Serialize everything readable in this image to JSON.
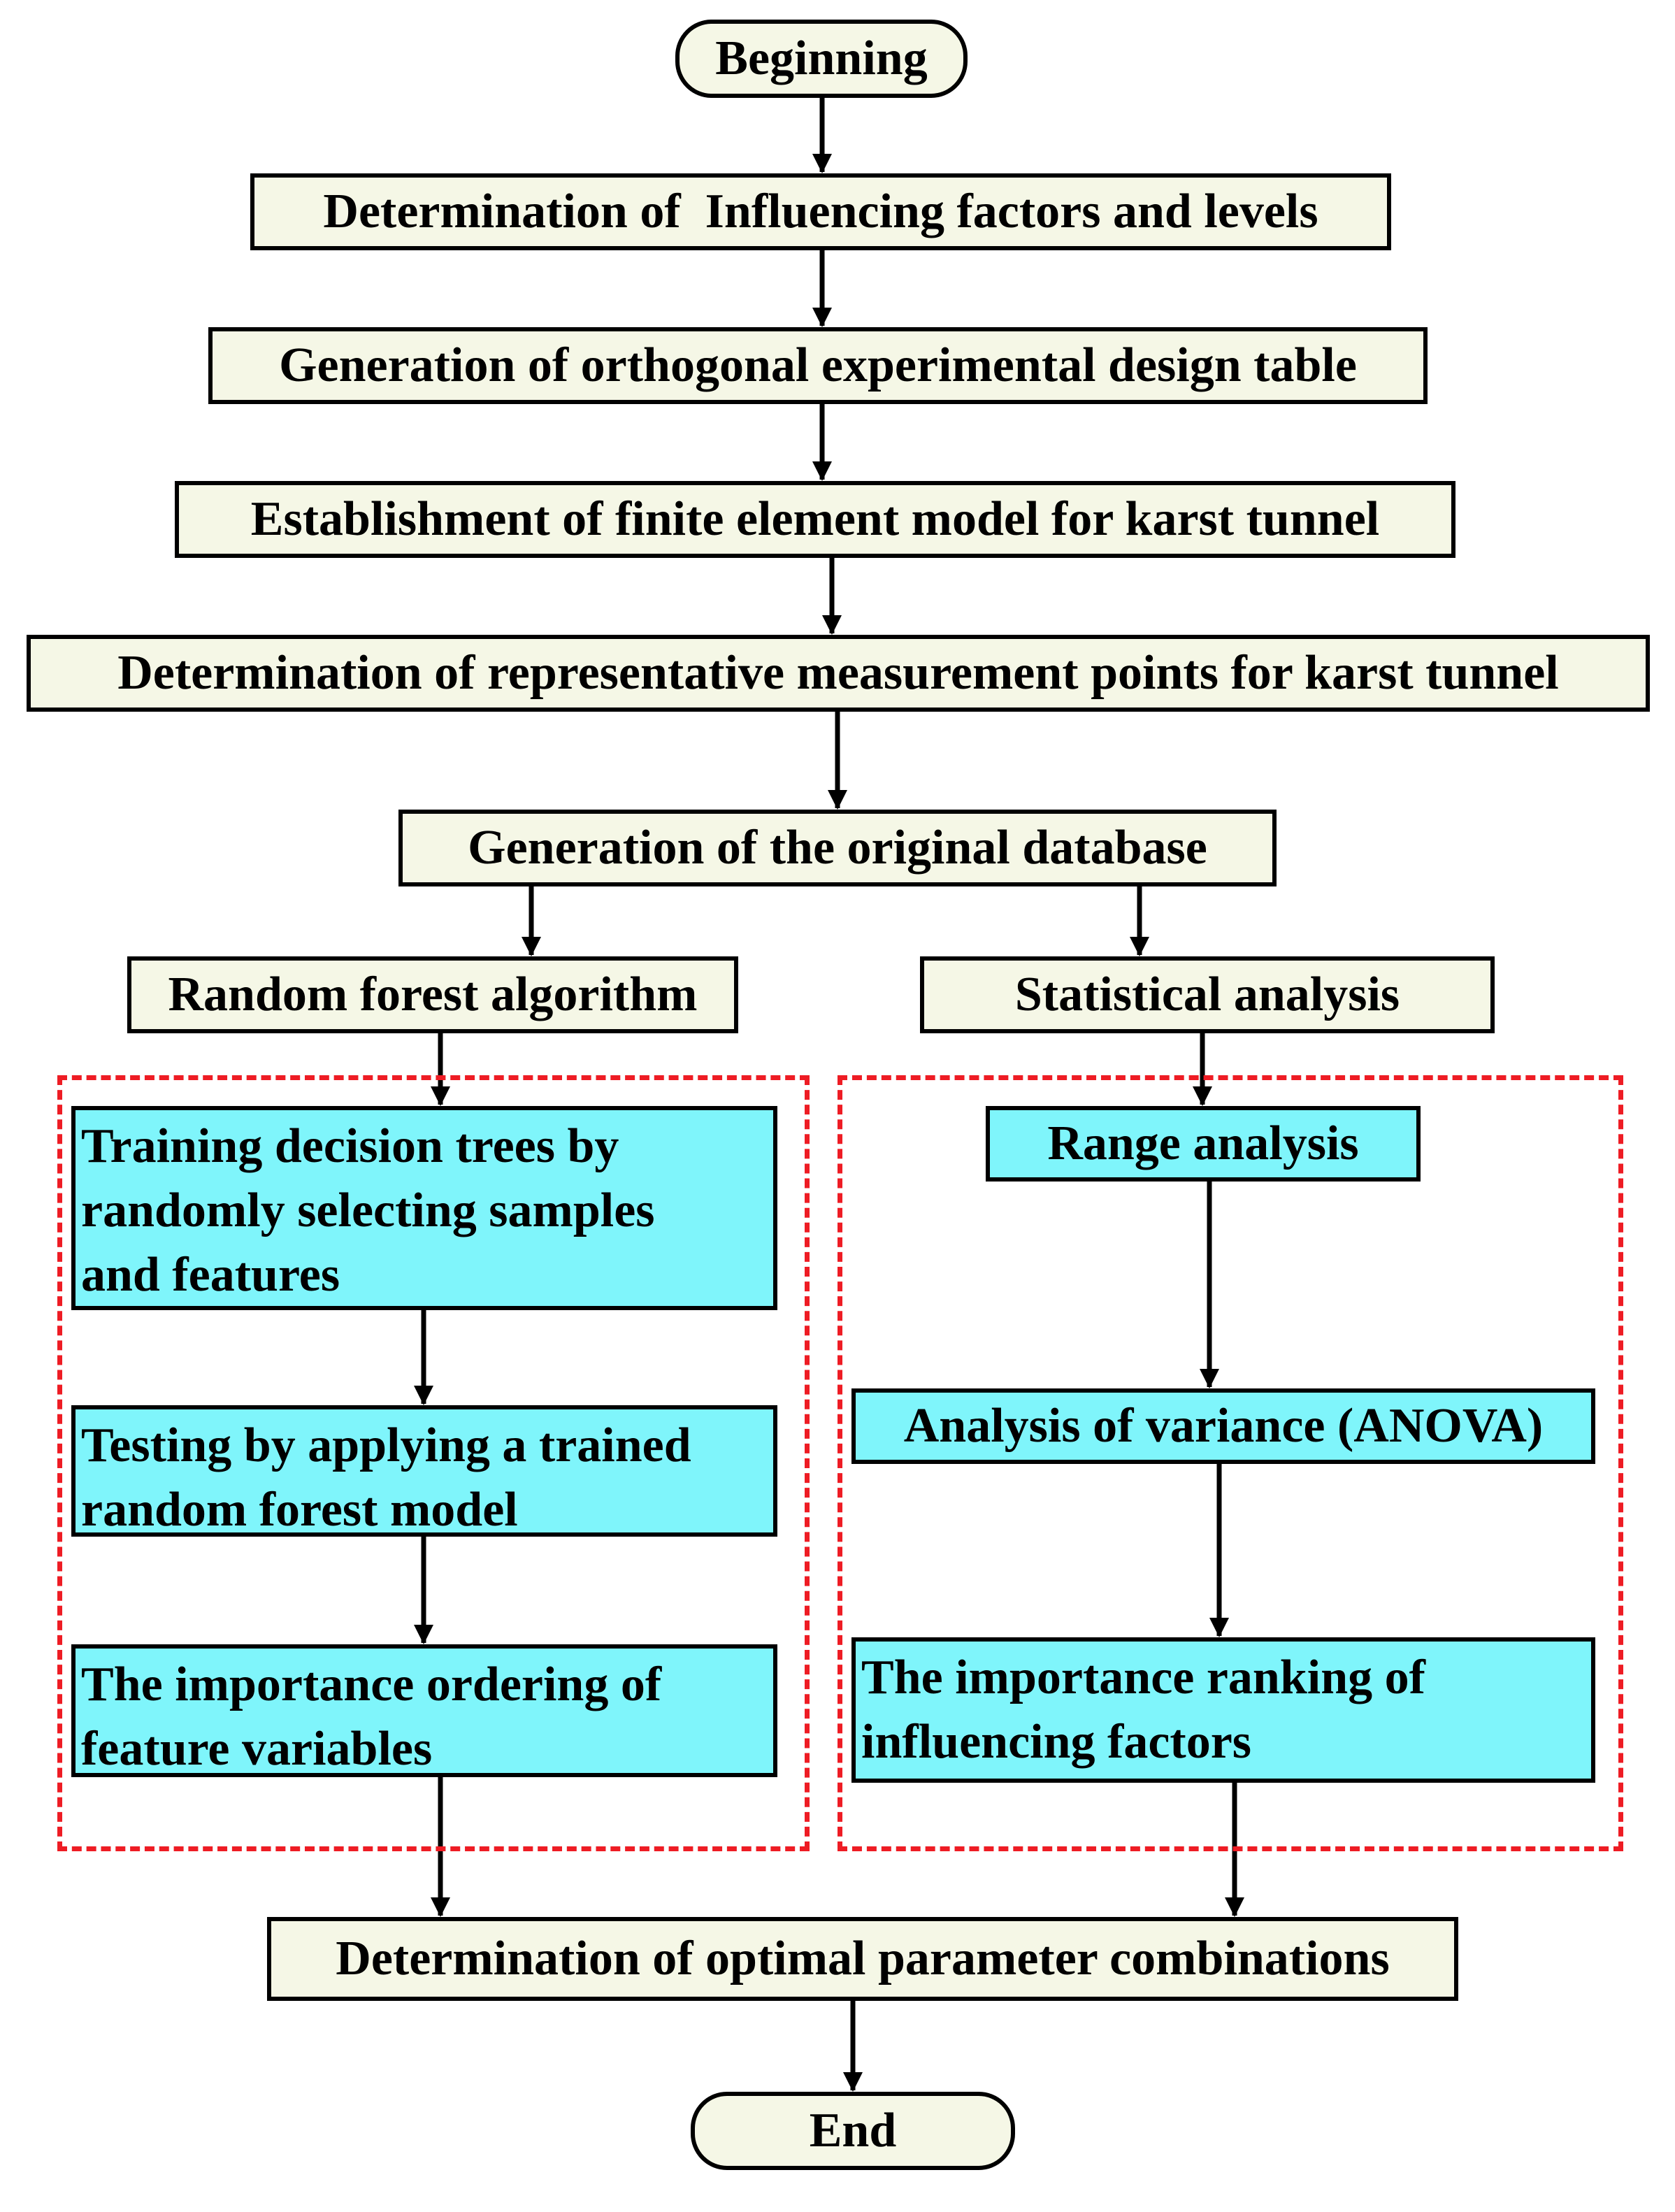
{
  "flowchart": {
    "start": "Beginning",
    "step1": "Determination of  Influencing factors and levels",
    "step2": "Generation of orthogonal experimental design table",
    "step3": "Establishment of finite element model for karst tunnel",
    "step4": "Determination of representative measurement points for karst tunnel",
    "step5": "Generation of the original database",
    "left": {
      "title": "Random forest algorithm",
      "s1": [
        "Training decision trees by",
        "randomly selecting samples",
        "and features"
      ],
      "s2": [
        "Testing by applying a trained",
        "random forest model"
      ],
      "s3": [
        "The importance ordering of",
        "feature variables"
      ]
    },
    "right": {
      "title": "Statistical analysis",
      "s1": "Range analysis",
      "s2": "Analysis of variance (ANOVA)",
      "s3": [
        "The importance ranking of",
        "influencing factors"
      ]
    },
    "step6": "Determination of optimal parameter combinations",
    "end": "End"
  },
  "colors": {
    "main_box_fill": "#f5f7e6",
    "detail_box_fill": "#7ff5fb",
    "dashed_group_border": "#ee1c24",
    "line": "#000000"
  }
}
